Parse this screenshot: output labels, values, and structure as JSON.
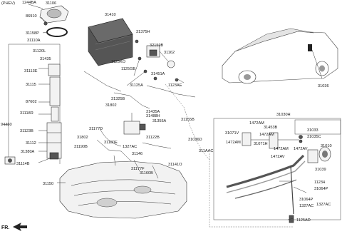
{
  "variant_note": "(PHEV)",
  "front_marker": "FR.",
  "parts": {
    "p1244BA": "1244BA",
    "p31106": "31106",
    "p86910": "86910",
    "p31158P": "31158P",
    "p31110A": "31110A",
    "p31120L": "31120L",
    "p31435": "31435",
    "p31113E": "31113E",
    "p31115": "31115",
    "p87602": "87602",
    "p31118R": "31118R",
    "p31123B": "31123B",
    "p31112": "31112",
    "p31380A": "31380A",
    "p31114B": "31114B",
    "p94460": "94460",
    "p31410": "31410",
    "p31375H": "31375H",
    "p32159B": "32159B",
    "p31162": "31162",
    "p1125KO": "1125KO",
    "p1125GB": "1125GB",
    "p31451A": "31451A",
    "p1123AE": "1123AE",
    "p31125A": "31125A",
    "p31325B": "31325B",
    "p31802a": "31802",
    "p31435A": "31435A",
    "p31488H": "31488H",
    "p31355A": "31355A",
    "p31155B": "31155B",
    "p31177D": "31177D",
    "p31802b": "31802",
    "p31190B": "31190B",
    "p31180E": "31180E",
    "p1327AC_a": "1327AC",
    "p31122B": "31122B",
    "p31146": "31146",
    "p31177F": "31177F",
    "p31160B": "31160B",
    "p31141O": "31141O",
    "p31036D": "31036D",
    "p311AAC": "311AAC",
    "p31150": "31150",
    "p31036": "31036",
    "p31030H": "31030H",
    "p1472AM_a": "1472AM",
    "p31071V": "31071V",
    "p31453B": "31453B",
    "p1472AM_b": "1472AM",
    "p31033": "31033",
    "p31035C": "31035C",
    "p1472AM_c": "1472AM",
    "p31071H": "31071H",
    "p1472AM_d": "1472AM",
    "p1472AV_a": "1472AV",
    "p1472AV_b": "1472AV",
    "p31010": "31010",
    "p31039": "31039",
    "p11234": "11234",
    "p31064P_a": "31064P",
    "p31064P_b": "31064P",
    "p1327AC_b": "1327AC",
    "p1327AC_c": "1327AC",
    "p1125AD": "1125AD"
  }
}
